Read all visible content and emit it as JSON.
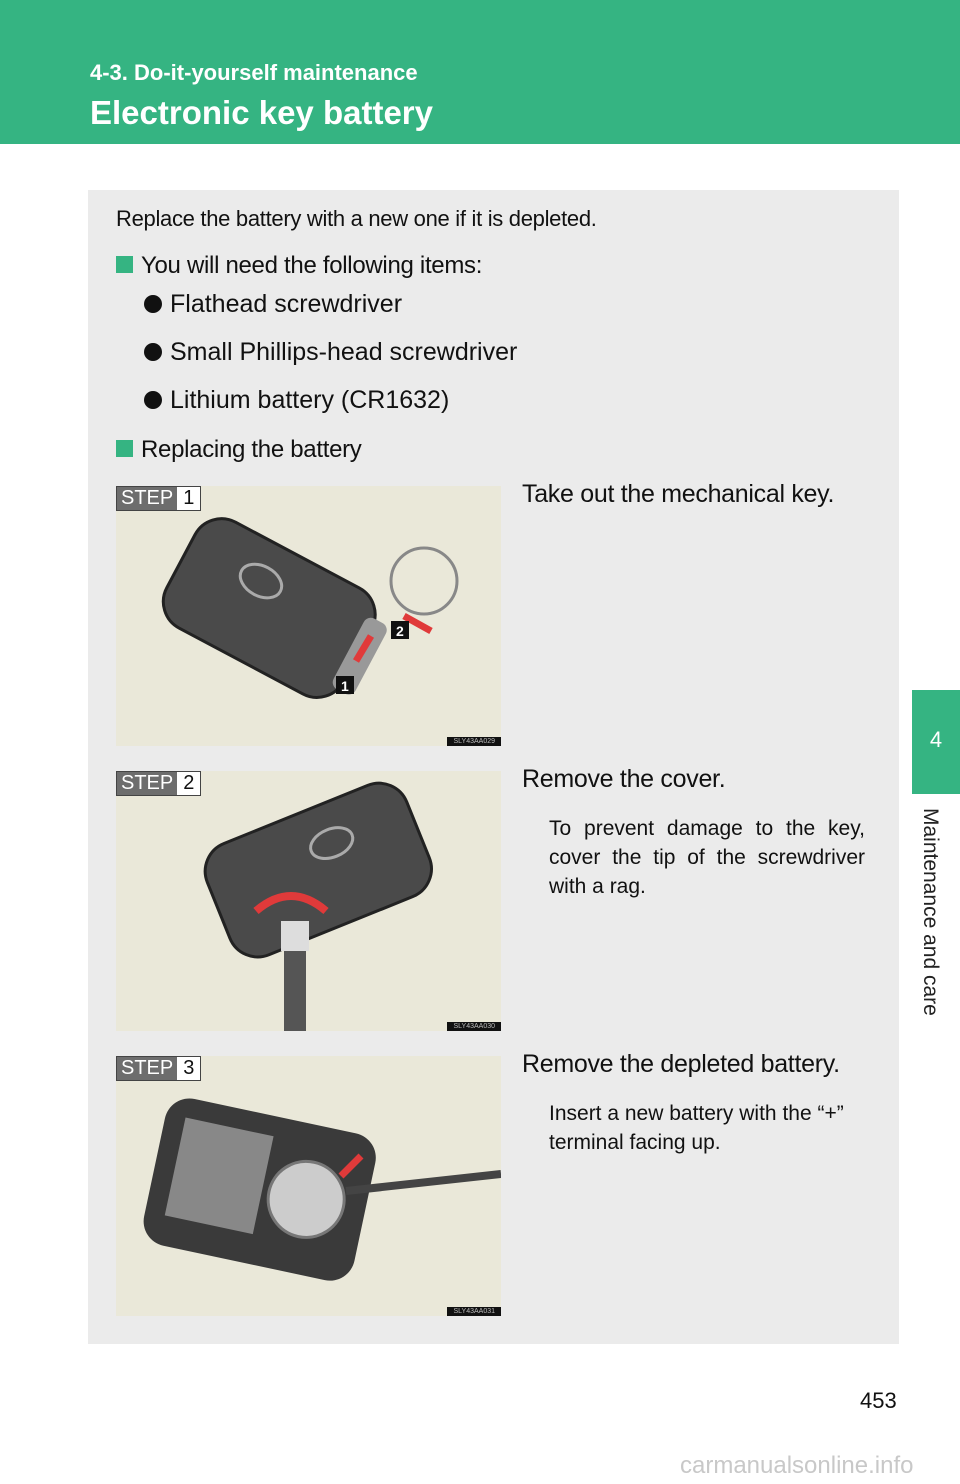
{
  "header": {
    "section": "4-3. Do-it-yourself maintenance",
    "title": "Electronic key battery"
  },
  "intro": "Replace the battery with a new one if it is depleted.",
  "needs": {
    "heading": "You will need the following items:",
    "items": [
      "Flathead screwdriver",
      "Small Phillips-head screwdriver",
      "Lithium battery (CR1632)"
    ]
  },
  "replacing": {
    "heading": "Replacing the battery"
  },
  "steps": [
    {
      "label": "STEP",
      "num": "1",
      "text": "Take out the mechanical key.",
      "note": "",
      "code": "SLY43AA029",
      "callouts": [
        "1",
        "2"
      ]
    },
    {
      "label": "STEP",
      "num": "2",
      "text": "Remove the cover.",
      "note": "To prevent damage to the key, cover the tip of the screwdriver with a rag.",
      "code": "SLY43AA030"
    },
    {
      "label": "STEP",
      "num": "3",
      "text": "Remove the depleted battery.",
      "note": "Insert a new battery with the “+” terminal facing up.",
      "code": "SLY43AA031"
    }
  ],
  "side_tab": {
    "number": "4",
    "label": "Maintenance and care"
  },
  "page_number": "453",
  "watermark": "carmanualsonline.info",
  "colors": {
    "accent": "#35b482",
    "panel": "#ebebeb",
    "arrow": "#e03a3a"
  }
}
